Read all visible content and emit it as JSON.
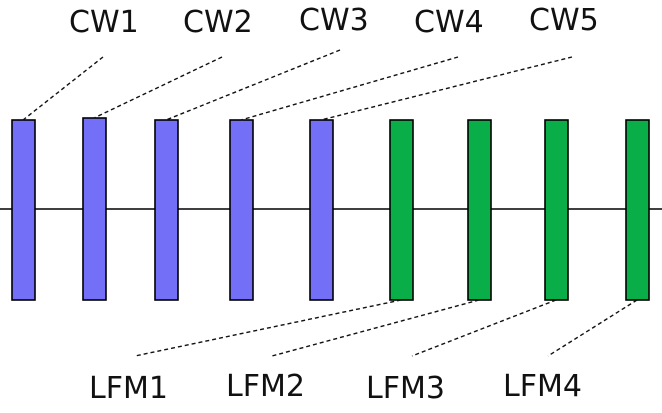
{
  "colors": {
    "cw": "#7370f7",
    "lfm": "#0aae48"
  },
  "cw_labels": [
    "CW1",
    "CW2",
    "CW3",
    "CW4",
    "CW5"
  ],
  "lfm_labels": [
    "LFM1",
    "LFM2",
    "LFM3",
    "LFM4"
  ]
}
